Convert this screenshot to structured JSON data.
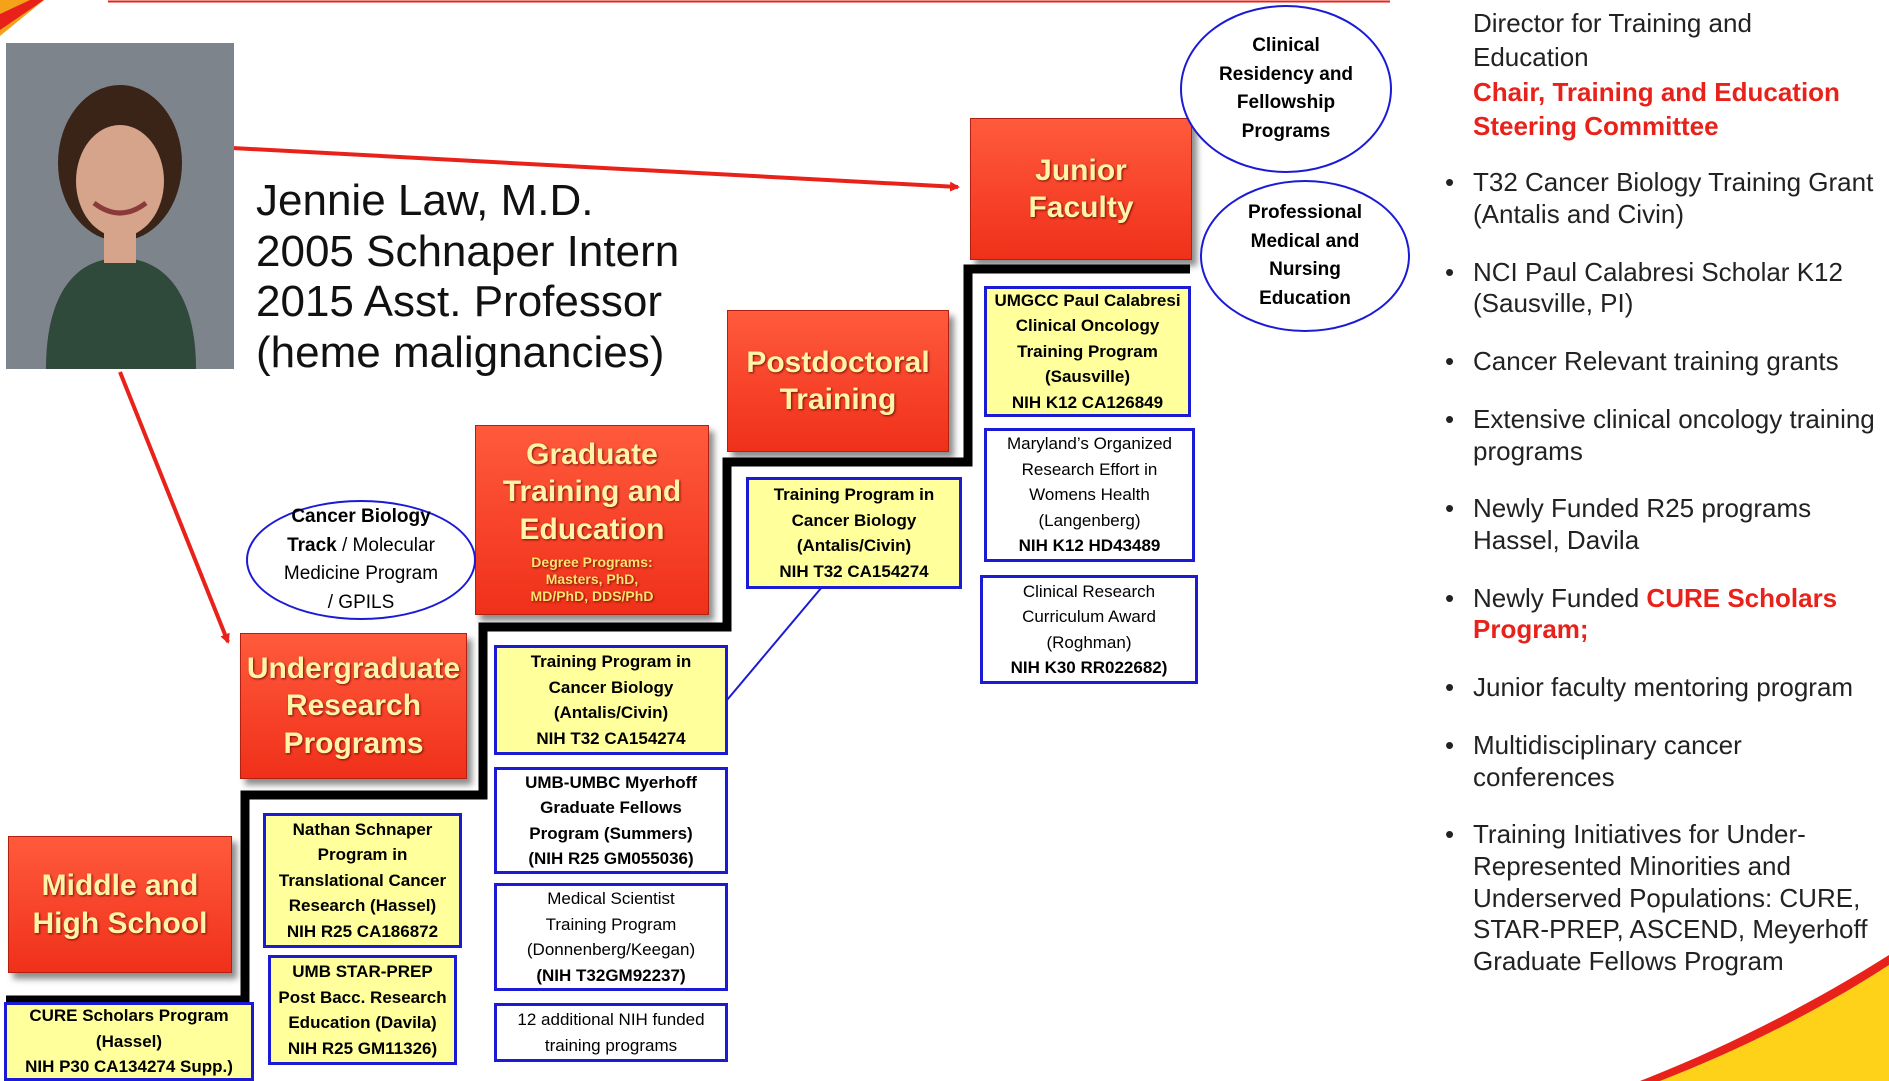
{
  "person": {
    "photo_alt": "portrait-photo",
    "name": "Jennie Law, M.D.",
    "line2": "2005 Schnaper Intern",
    "line3": "2015 Asst. Professor",
    "line4": "(heme malignancies)"
  },
  "steps": {
    "middle": "Middle and\nHigh School",
    "undergrad": "Undergraduate\nResearch\nPrograms",
    "graduate": "Graduate\nTraining and\nEducation",
    "graduate_sub": "Degree Programs:\nMasters, PhD,\nMD/PhD, DDS/PhD",
    "postdoc": "Postdoctoral\nTraining",
    "junior": "Junior\nFaculty"
  },
  "ovals": {
    "cancer_bio": {
      "b1": "Cancer Biology",
      "b2": "Track",
      "r2": " / Molecular",
      "r3": "Medicine Program",
      "r4": "/ GPILS"
    },
    "clinical": [
      "Clinical",
      "Residency and",
      "Fellowship",
      "Programs"
    ],
    "professional": [
      "Professional",
      "Medical and",
      "Nursing",
      "Education"
    ]
  },
  "boxes": {
    "cure": [
      "CURE Scholars Program",
      "(Hassel)",
      "NIH P30 CA134274 Supp.)"
    ],
    "schnaper": [
      "Nathan Schnaper",
      "Program in",
      "Translational Cancer",
      "Research  (Hassel)",
      "NIH R25 CA186872"
    ],
    "starprep": [
      "UMB STAR-PREP",
      "Post Bacc. Research",
      "Education (Davila)",
      "NIH R25 GM11326)"
    ],
    "t32_grad": [
      "Training Program in",
      "Cancer Biology",
      "(Antalis/Civin)",
      "NIH T32 CA154274"
    ],
    "meyerhoff": [
      "UMB-UMBC Myerhoff",
      "Graduate Fellows",
      "Program (Summers)",
      "(NIH R25 GM055036)"
    ],
    "mstp": [
      "Medical Scientist",
      "Training Program",
      "(Donnenberg/Keegan)",
      "(NIH T32GM92237)"
    ],
    "additional": [
      "12 additional NIH funded",
      "training programs"
    ],
    "t32_post": [
      "Training Program in",
      "Cancer Biology",
      "(Antalis/Civin)",
      "NIH T32 CA154274"
    ],
    "umgcc": [
      "UMGCC Paul Calabresi",
      "Clinical Oncology",
      "Training Program",
      "(Sausville)",
      "NIH K12 CA126849"
    ],
    "maryland": [
      "Maryland’s Organized",
      "Research Effort in",
      "Womens Health",
      "(Langenberg)",
      "NIH K12 HD43489"
    ],
    "k30": [
      "Clinical Research",
      "Curriculum Award",
      "(Roghman)",
      "NIH K30 RR022682)"
    ]
  },
  "right": {
    "title1": "Director for Training and",
    "title2": "Education",
    "chair1": "Chair, Training and Education",
    "chair2": "Steering Committee",
    "bullets": [
      {
        "text": "T32 Cancer Biology Training Grant (Antalis and Civin)"
      },
      {
        "text": "NCI Paul Calabresi Scholar K12 (Sausville, PI)"
      },
      {
        "text": "Cancer Relevant training grants"
      },
      {
        "text": "Extensive clinical oncology training programs"
      },
      {
        "text": "Newly Funded R25 programs Hassel, Davila"
      },
      {
        "text": "Newly Funded ",
        "red": "CURE Scholars Program;"
      },
      {
        "text": "Junior faculty mentoring program"
      },
      {
        "text": "Multidisciplinary cancer conferences"
      },
      {
        "text": "Training Initiatives for Under-Represented Minorities and Underserved Populations: CURE, STAR-PREP, ASCEND, Meyerhoff Graduate Fellows Program"
      }
    ]
  },
  "colors": {
    "accent_red": "#e8221a",
    "box_border": "#1b1bd6",
    "box_yellow": "#ffff9c",
    "step_red": "#f0301a",
    "step_text": "#fff4a8"
  }
}
